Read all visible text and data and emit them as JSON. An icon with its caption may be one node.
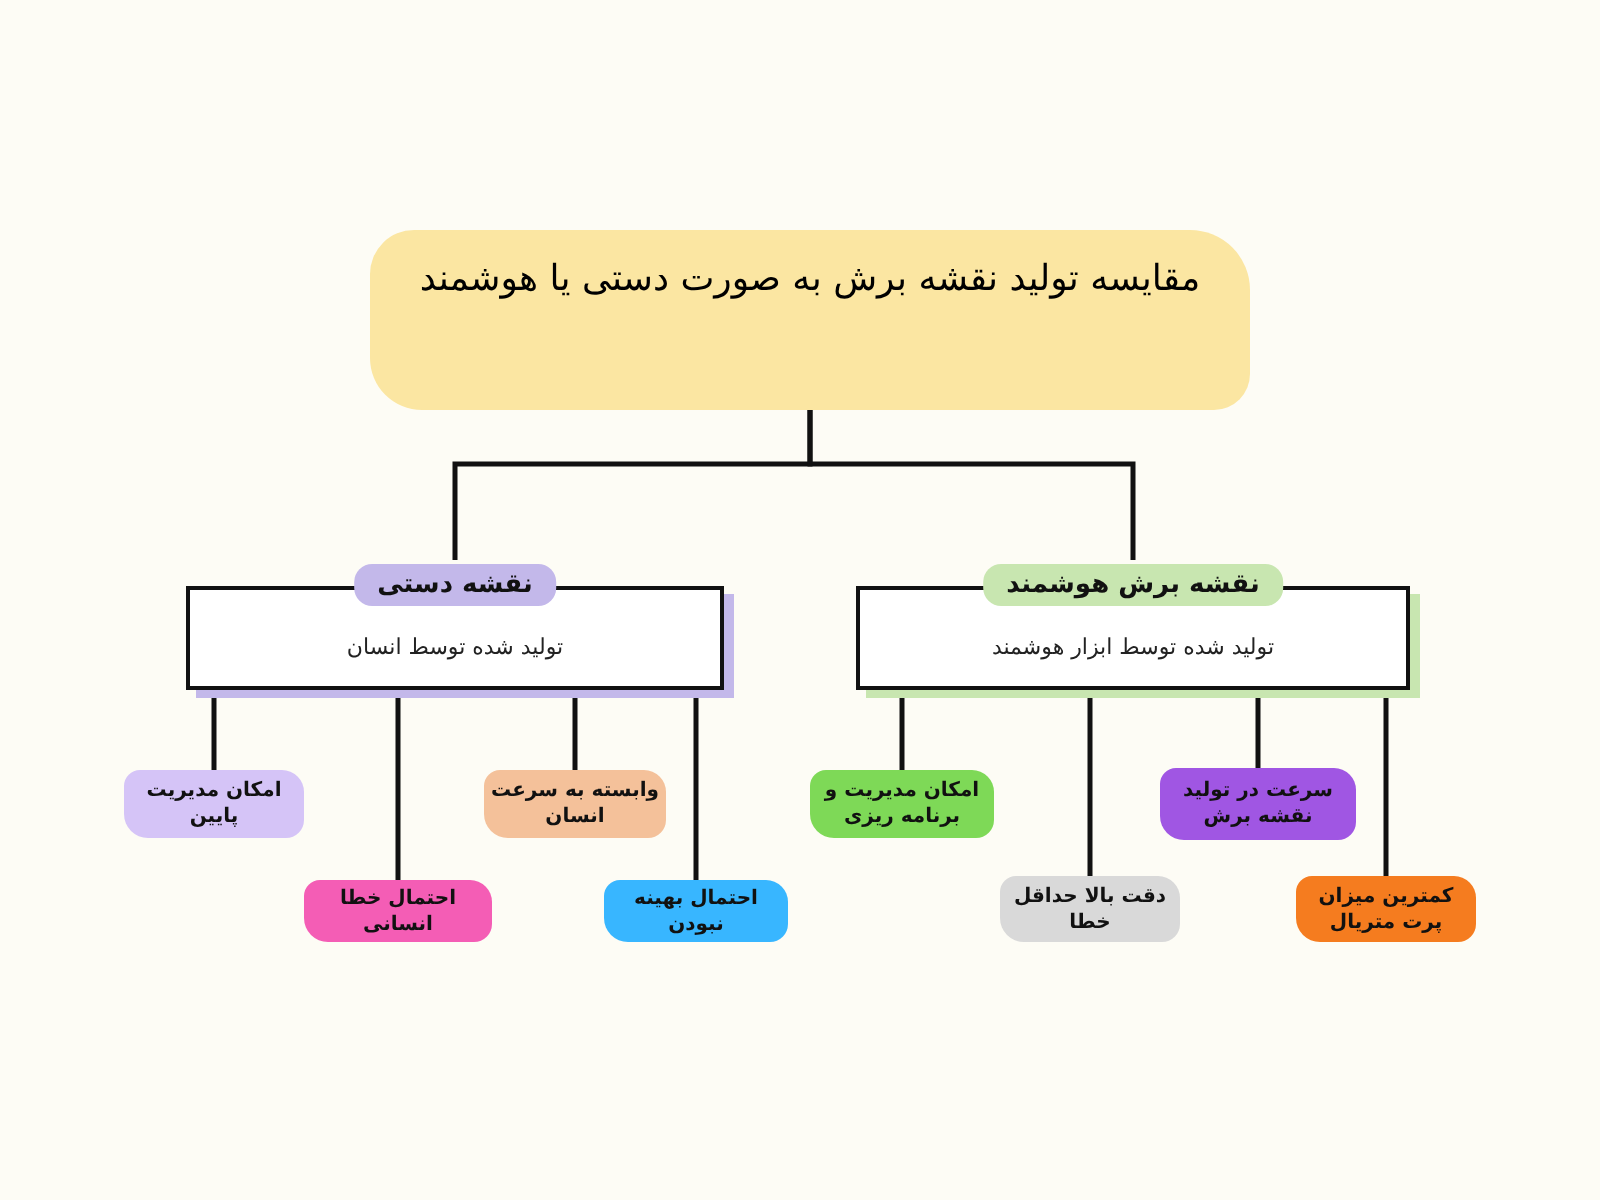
{
  "diagram": {
    "nodes": [
      {
        "text": [
          "مقایسه تولید نقشه برش به صورت دستی یا هوشمند"
        ]
      },
      {
        "text": [
          "نقشه دستی",
          "تولید شده توسط انسان"
        ]
      },
      {
        "text": [
          "نقشه برش هوشمند",
          "تولید شده توسط ابزار هوشمند"
        ]
      },
      {
        "text": [
          "امکان مدیریت پایین"
        ]
      },
      {
        "text": [
          "احتمال خطا انسانی"
        ]
      },
      {
        "text": [
          "وابسته به سرعت انسان"
        ]
      },
      {
        "text": [
          "احتمال بهینه نبودن"
        ]
      },
      {
        "text": [
          "امکان مدیریت و برنامه ریزی"
        ]
      },
      {
        "text": [
          "دقت بالا حداقل خطا"
        ]
      },
      {
        "text": [
          "سرعت در تولید نقشه برش"
        ]
      },
      {
        "text": [
          "کمترین میزان پرت متریال"
        ]
      }
    ],
    "edges": [
      {
        "from": 0,
        "to": 1,
        "arrow": "none"
      },
      {
        "from": 0,
        "to": 2,
        "arrow": "none"
      },
      {
        "from": 1,
        "to": 3,
        "arrow": "none"
      },
      {
        "from": 1,
        "to": 4,
        "arrow": "none"
      },
      {
        "from": 1,
        "to": 5,
        "arrow": "none"
      },
      {
        "from": 1,
        "to": 6,
        "arrow": "none"
      },
      {
        "from": 2,
        "to": 7,
        "arrow": "none"
      },
      {
        "from": 2,
        "to": 8,
        "arrow": "none"
      },
      {
        "from": 2,
        "to": 9,
        "arrow": "none"
      },
      {
        "from": 2,
        "to": 10,
        "arrow": "none"
      }
    ]
  }
}
